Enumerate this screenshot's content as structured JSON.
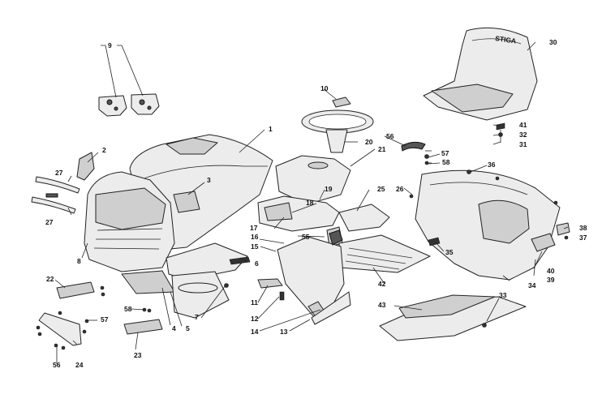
{
  "diagram": {
    "callouts": [
      {
        "label": "1"
      },
      {
        "label": "2"
      },
      {
        "label": "3"
      },
      {
        "label": "4"
      },
      {
        "label": "5"
      },
      {
        "label": "6"
      },
      {
        "label": "7"
      },
      {
        "label": "8"
      },
      {
        "label": "9"
      },
      {
        "label": "10"
      },
      {
        "label": "11"
      },
      {
        "label": "12"
      },
      {
        "label": "13"
      },
      {
        "label": "14"
      },
      {
        "label": "15"
      },
      {
        "label": "16"
      },
      {
        "label": "17"
      },
      {
        "label": "18"
      },
      {
        "label": "19"
      },
      {
        "label": "20"
      },
      {
        "label": "21"
      },
      {
        "label": "22"
      },
      {
        "label": "23"
      },
      {
        "label": "24"
      },
      {
        "label": "25"
      },
      {
        "label": "26"
      },
      {
        "label": "27"
      },
      {
        "label": "27"
      },
      {
        "label": "30"
      },
      {
        "label": "31"
      },
      {
        "label": "32"
      },
      {
        "label": "33"
      },
      {
        "label": "34"
      },
      {
        "label": "35"
      },
      {
        "label": "36"
      },
      {
        "label": "37"
      },
      {
        "label": "38"
      },
      {
        "label": "39"
      },
      {
        "label": "40"
      },
      {
        "label": "41"
      },
      {
        "label": "42"
      },
      {
        "label": "43"
      },
      {
        "label": "55"
      },
      {
        "label": "56"
      },
      {
        "label": "56"
      },
      {
        "label": "57"
      },
      {
        "label": "57"
      },
      {
        "label": "58"
      },
      {
        "label": "58"
      }
    ],
    "seat_logo": "STIGA"
  }
}
